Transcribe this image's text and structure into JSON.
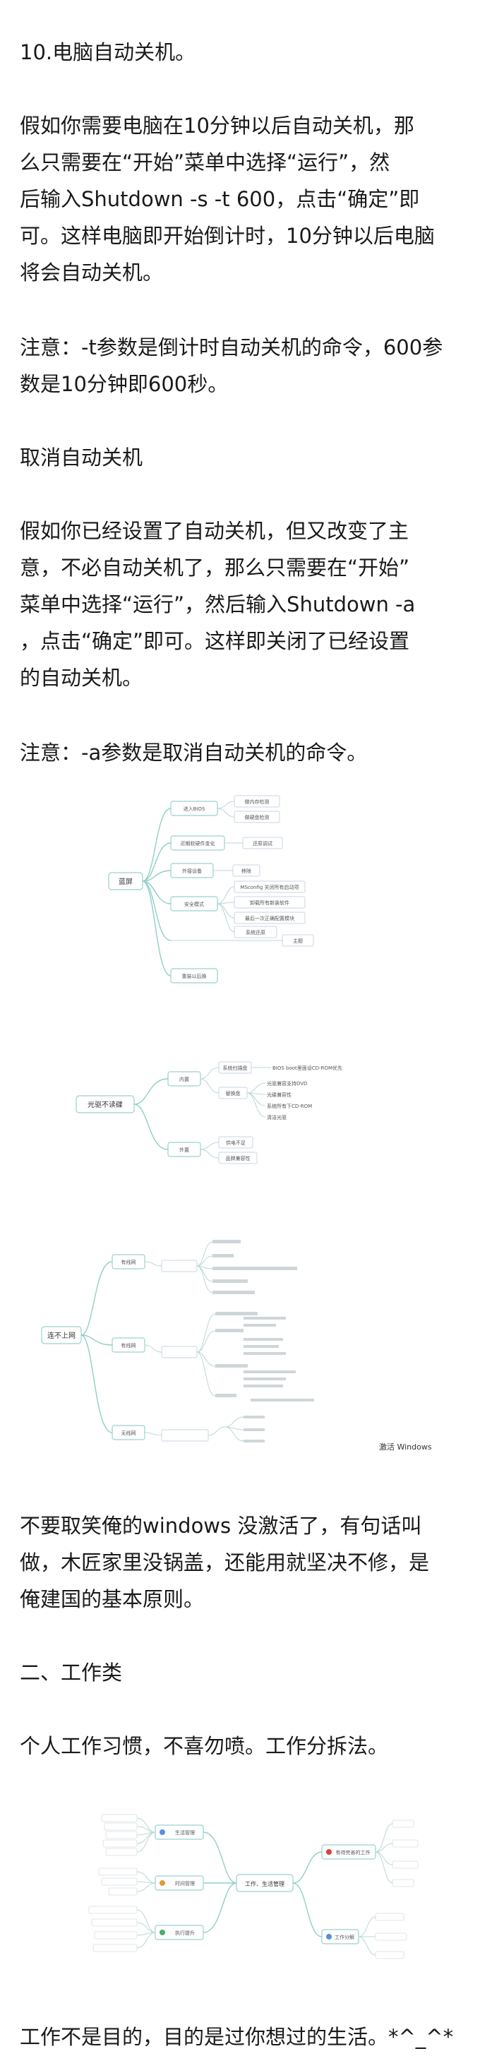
{
  "section_1": {
    "heading": "10.电脑自动关机。",
    "para1_lines": [
      "假如你需要电脑在10分钟以后自动关机，那",
      "么只需要在“开始”菜单中选择“运行”，然",
      "后输入Shutdown -s -t 600，点击“确定”即",
      "可。这样电脑即开始倒计时，10分钟以后电脑",
      "将会自动关机。"
    ],
    "note1_lines": [
      "注意：-t参数是倒计时自动关机的命令，600参",
      "数是10分钟即600秒。"
    ],
    "sub_heading": "取消自动关机",
    "para2_lines": [
      "假如你已经设置了自动关机，但又改变了主",
      "意，不必自动关机了，那么只需要在“开始”",
      "菜单中选择“运行”，然后输入Shutdown -a",
      "，点击“确定”即可。这样即关闭了已经设置",
      "的自动关机。"
    ],
    "note2": "注意：-a参数是取消自动关机的命令。"
  },
  "mindmap_bluescreen": {
    "root": "蓝屏",
    "branches": [
      {
        "label": "进入BIOS",
        "children": [
          "做内存检测",
          "做硬盘检测"
        ]
      },
      {
        "label": "近期软硬件变化",
        "children": [
          "还原调试"
        ]
      },
      {
        "label": "外接设备",
        "children": [
          "移除"
        ]
      },
      {
        "label": "安全模式",
        "children": [
          "MSconfig 关闭所有启动项",
          "卸载所有新装软件",
          "最后一次正确配置模块",
          "系统还原"
        ]
      },
      {
        "label": "",
        "children": [
          "主题"
        ]
      },
      {
        "label": "重装以后换",
        "children": []
      }
    ]
  },
  "mindmap_drive": {
    "root": "光驱不读碟",
    "branches": [
      {
        "label": "内置",
        "children": [
          "系统扫描盘",
          "替换盘"
        ],
        "leaves": [
          "BIOS boot里面设CD-ROM优先",
          "光驱兼容支持DVD",
          "光碟兼容性",
          "系统所有下CD-ROM",
          "清洁光驱"
        ]
      },
      {
        "label": "外置",
        "children": [
          "供电不足",
          "品牌兼容性"
        ]
      }
    ]
  },
  "mindmap_network": {
    "root": "连不上网",
    "branches": [
      "有线网",
      "有线网",
      "无线网"
    ],
    "watermark": "激活 Windows"
  },
  "section_2": {
    "para_lines": [
      "不要取笑俺的windows 没激活了，有句话叫",
      "做，木匠家里没锅盖，还能用就坚决不修，是",
      "俺建国的基本原则。"
    ],
    "heading": "二、工作类",
    "intro": "个人工作习惯，不喜勿喷。工作分拆法。",
    "closing": "工作不是目的，目的是过你想过的生活。*^_^*"
  },
  "mindmap_work": {
    "center": "工作、生活管理",
    "left": [
      "生活管理",
      "时间管理",
      "执行提升"
    ],
    "right": [
      "有待完善的工作",
      "工作分解"
    ]
  }
}
